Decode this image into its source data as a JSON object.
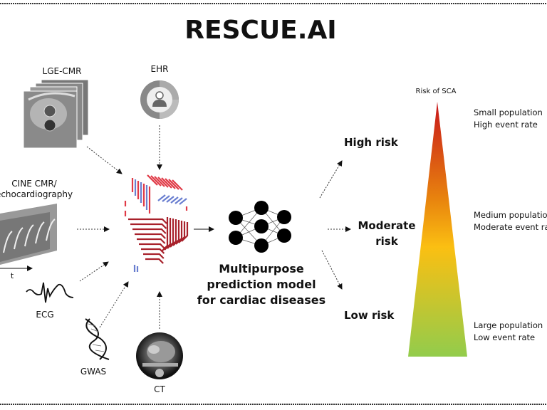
{
  "title": "RESCUE.AI",
  "inputs": {
    "lge_cmr": "LGE-CMR",
    "ehr": "EHR",
    "cine_line1": "CINE CMR/",
    "cine_line2": "echocardiography",
    "time_axis": "t",
    "ecg": "ECG",
    "gwas": "GWAS",
    "ct": "CT"
  },
  "model": {
    "line1": "Multipurpose",
    "line2": "prediction model",
    "line3": "for cardiac diseases"
  },
  "risk_groups": {
    "high": "High risk",
    "moderate_line1": "Moderate",
    "moderate_line2": "risk",
    "low": "Low risk"
  },
  "pyramid": {
    "label": "Risk of SCA",
    "top_line1": "Small population",
    "top_line2": "High event rate",
    "mid_line1": "Medium population",
    "mid_line2": "Moderate event rate",
    "bottom_line1": "Large population",
    "bottom_line2": "Low event rate",
    "colors": {
      "top": "#c8161b",
      "upper": "#e8830e",
      "middle": "#fbbf12",
      "bottom": "#92cc4c"
    }
  },
  "heart_colors": {
    "red": "#e03a47",
    "dark_red": "#a8212b",
    "blue": "#6a7fd0"
  }
}
